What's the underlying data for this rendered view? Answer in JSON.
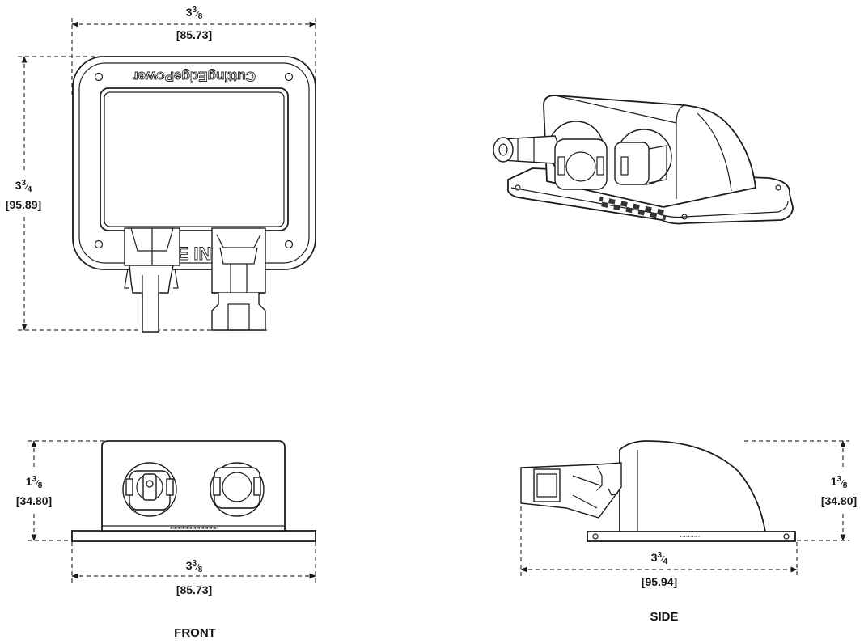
{
  "dimensions": {
    "top_width": {
      "whole": "3",
      "num": "3",
      "den": "8",
      "metric": "[85.73]"
    },
    "top_height": {
      "whole": "3",
      "num": "3",
      "den": "4",
      "metric": "[95.89]"
    },
    "front_height": {
      "whole": "1",
      "num": "3",
      "den": "8",
      "metric": "[34.80]"
    },
    "front_width": {
      "whole": "3",
      "num": "3",
      "den": "8",
      "metric": "[85.73]"
    },
    "side_height": {
      "whole": "1",
      "num": "3",
      "den": "8",
      "metric": "[34.80]"
    },
    "side_width": {
      "whole": "3",
      "num": "3",
      "den": "4",
      "metric": "[95.94]"
    }
  },
  "views": {
    "front_label": "FRONT",
    "side_label": "SIDE"
  },
  "part": {
    "brand_text": "CuttingEdgePower",
    "partial_text": "E IN"
  }
}
